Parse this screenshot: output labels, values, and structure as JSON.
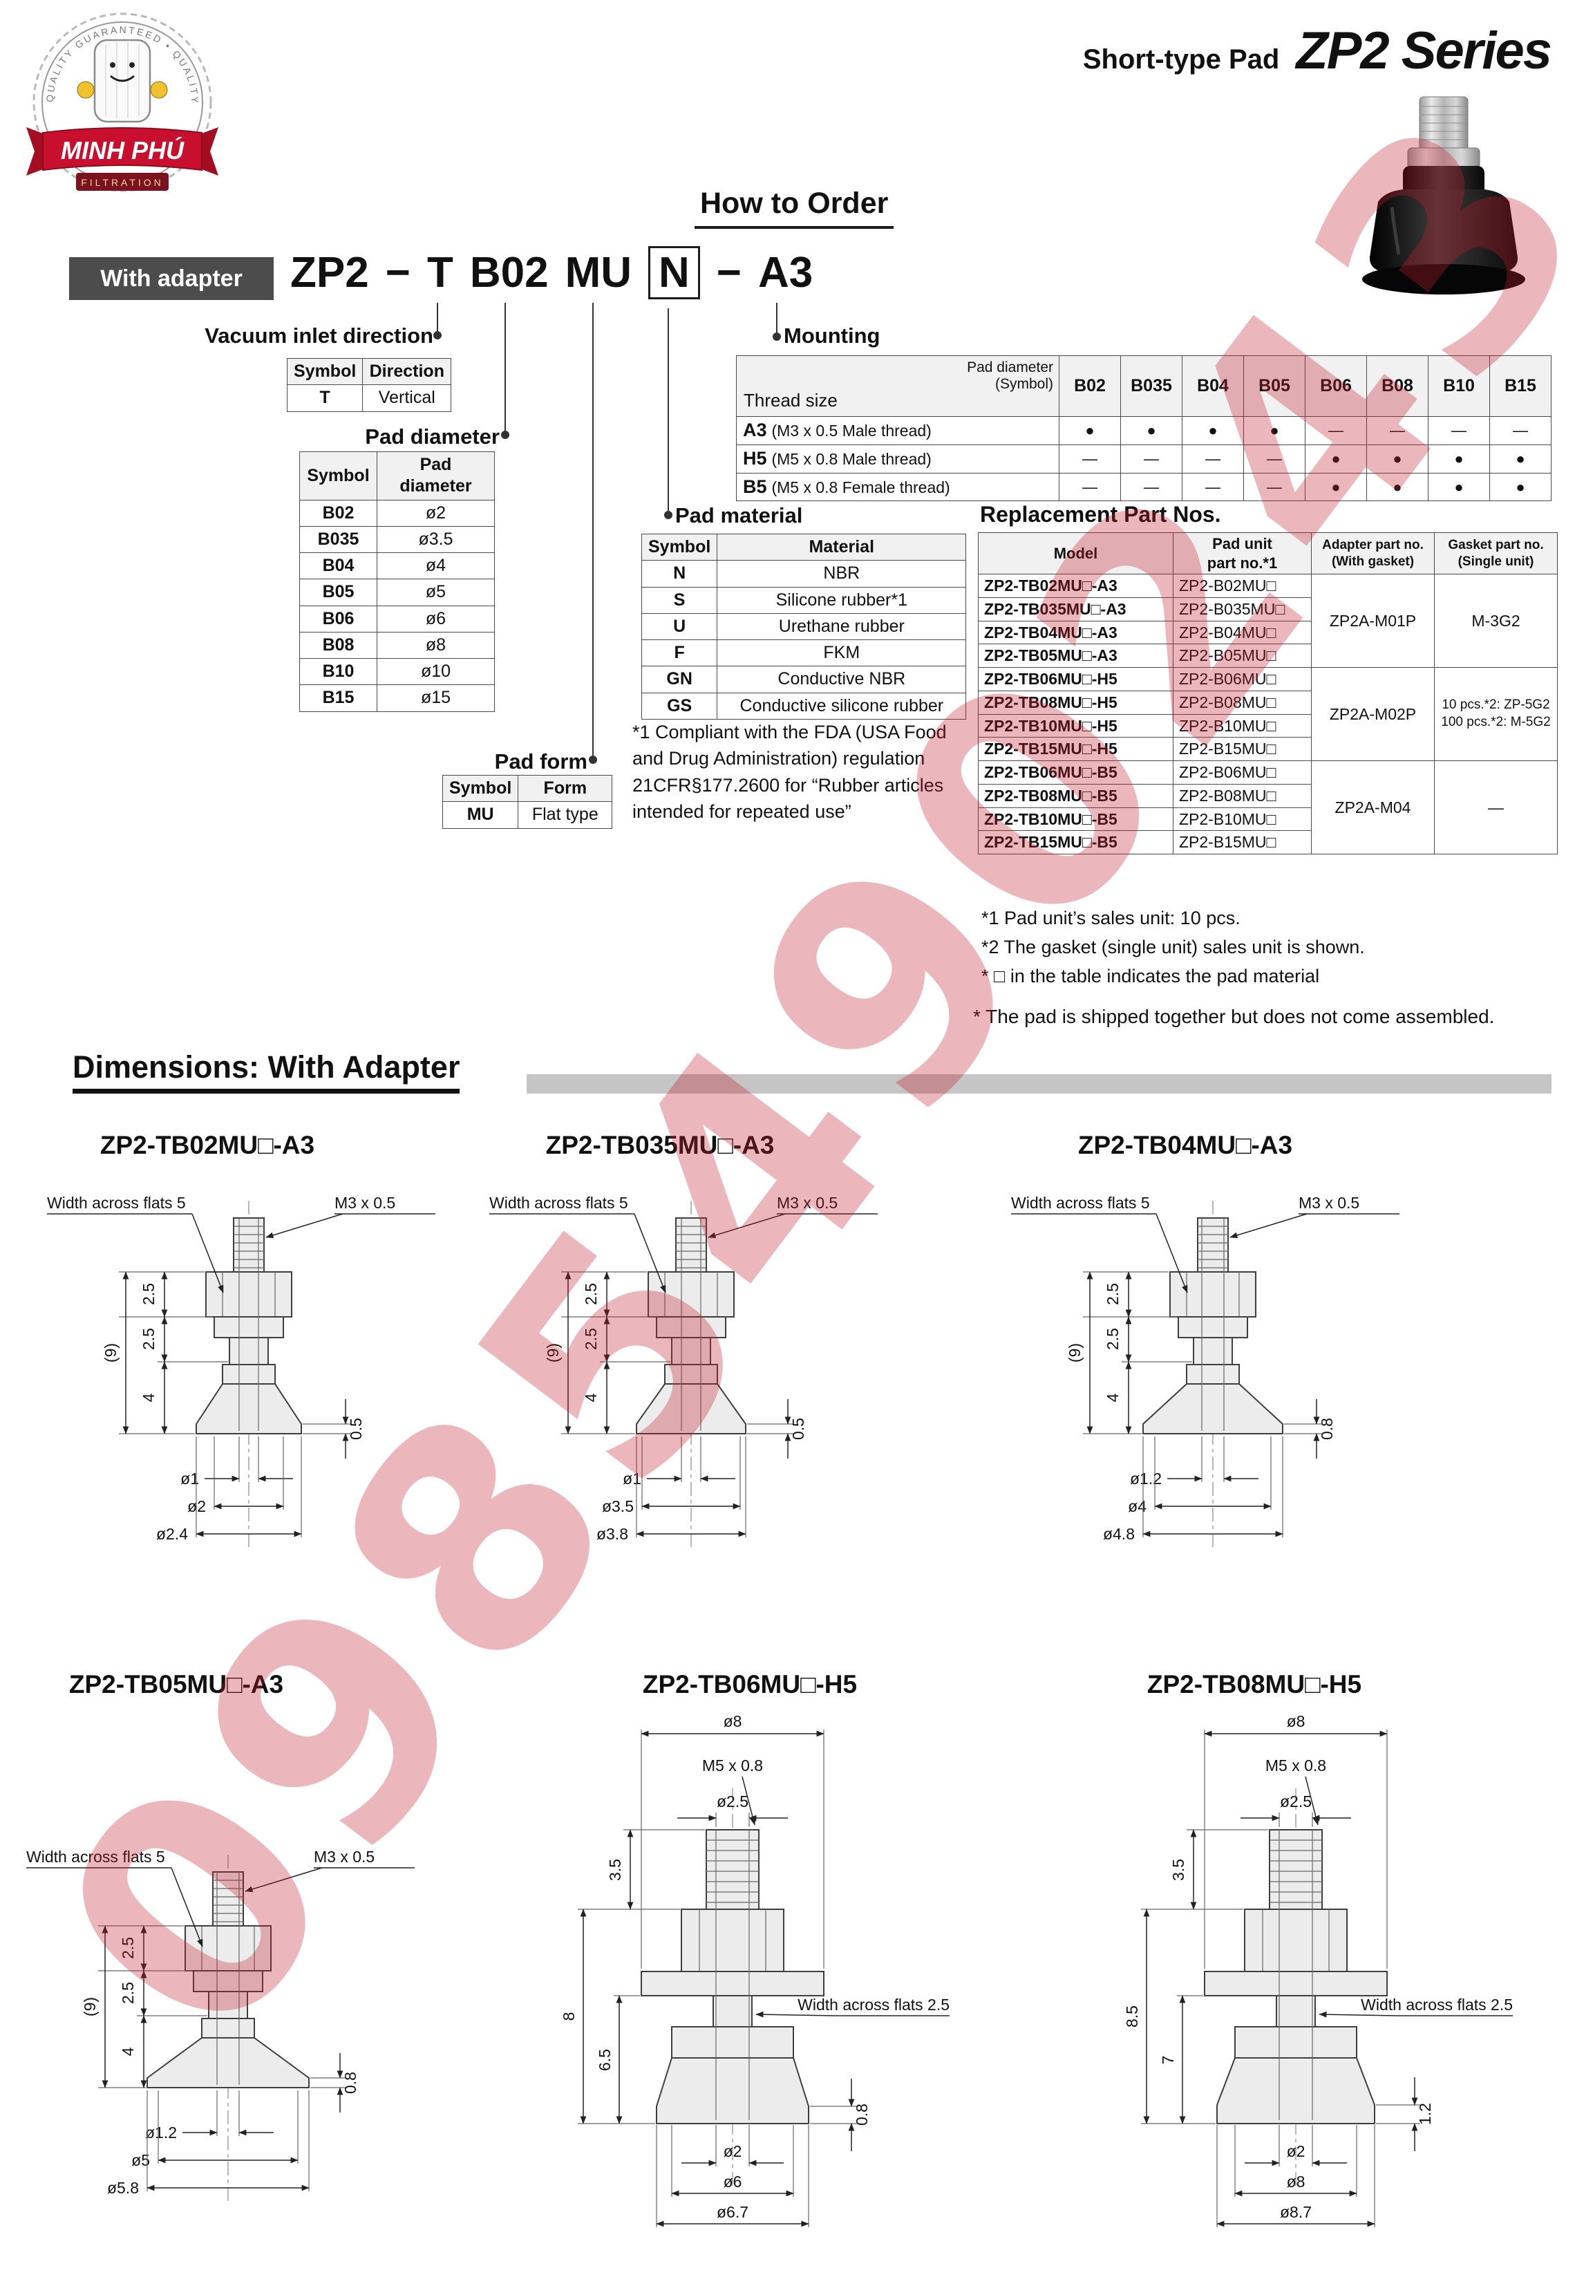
{
  "watermark": "0985490243",
  "logo": {
    "brand": "MINH PHÚ",
    "sub": "FILTRATION",
    "arc": "QUALITY GUARANTEED  •  QUALITY GUARANTEED"
  },
  "header": {
    "product_type": "Short-type Pad",
    "series": "ZP2 Series",
    "how_to_order": "How to Order"
  },
  "order": {
    "with_adapter": "With adapter",
    "code": {
      "prefix": "ZP2",
      "dash1": "−",
      "direction": "T",
      "diameter": "B02",
      "form": "MU",
      "material": "N",
      "dash2": "−",
      "mounting": "A3"
    }
  },
  "vacuum_inlet": {
    "title": "Vacuum inlet direction",
    "headers": {
      "symbol": "Symbol",
      "value": "Direction"
    },
    "row": {
      "symbol": "T",
      "value": "Vertical"
    }
  },
  "pad_diameter": {
    "title": "Pad diameter",
    "headers": {
      "symbol": "Symbol",
      "value": "Pad diameter"
    },
    "rows": [
      {
        "symbol": "B02",
        "value": "ø2"
      },
      {
        "symbol": "B035",
        "value": "ø3.5"
      },
      {
        "symbol": "B04",
        "value": "ø4"
      },
      {
        "symbol": "B05",
        "value": "ø5"
      },
      {
        "symbol": "B06",
        "value": "ø6"
      },
      {
        "symbol": "B08",
        "value": "ø8"
      },
      {
        "symbol": "B10",
        "value": "ø10"
      },
      {
        "symbol": "B15",
        "value": "ø15"
      }
    ]
  },
  "pad_form": {
    "title": "Pad form",
    "headers": {
      "symbol": "Symbol",
      "value": "Form"
    },
    "row": {
      "symbol": "MU",
      "value": "Flat type"
    }
  },
  "pad_material": {
    "title": "Pad material",
    "headers": {
      "symbol": "Symbol",
      "value": "Material"
    },
    "rows": [
      {
        "symbol": "N",
        "value": "NBR"
      },
      {
        "symbol": "S",
        "value": "Silicone rubber*1"
      },
      {
        "symbol": "U",
        "value": "Urethane rubber"
      },
      {
        "symbol": "F",
        "value": "FKM"
      },
      {
        "symbol": "GN",
        "value": "Conductive NBR"
      },
      {
        "symbol": "GS",
        "value": "Conductive silicone rubber"
      }
    ],
    "fda_note": "*1  Compliant with the FDA (USA Food and Drug Administration) regulation 21CFR§177.2600 for “Rubber articles intended for repeated use”"
  },
  "mounting": {
    "title": "Mounting",
    "corner": {
      "top1": "Pad diameter",
      "top2": "(Symbol)",
      "bottom": "Thread size"
    },
    "columns": [
      "B02",
      "B035",
      "B04",
      "B05",
      "B06",
      "B08",
      "B10",
      "B15"
    ],
    "rows": [
      {
        "code": "A3",
        "desc": "(M3 x 0.5 Male thread)",
        "cells": [
          "●",
          "●",
          "●",
          "●",
          "—",
          "—",
          "—",
          "—"
        ]
      },
      {
        "code": "H5",
        "desc": "(M5 x 0.8 Male thread)",
        "cells": [
          "—",
          "—",
          "—",
          "—",
          "●",
          "●",
          "●",
          "●"
        ]
      },
      {
        "code": "B5",
        "desc": "(M5 x 0.8 Female thread)",
        "cells": [
          "—",
          "—",
          "—",
          "—",
          "●",
          "●",
          "●",
          "●"
        ]
      }
    ]
  },
  "replacement": {
    "title": "Replacement Part Nos.",
    "headers": {
      "model": "Model",
      "pad1": "Pad unit",
      "pad2": "part no.*1",
      "adapter1": "Adapter part no.",
      "adapter2": "(With gasket)",
      "gasket1": "Gasket part no.",
      "gasket2": "(Single unit)"
    },
    "rows": [
      {
        "model": "ZP2-TB02MU□-A3",
        "pad": "ZP2-B02MU□"
      },
      {
        "model": "ZP2-TB035MU□-A3",
        "pad": "ZP2-B035MU□"
      },
      {
        "model": "ZP2-TB04MU□-A3",
        "pad": "ZP2-B04MU□"
      },
      {
        "model": "ZP2-TB05MU□-A3",
        "pad": "ZP2-B05MU□"
      },
      {
        "model": "ZP2-TB06MU□-H5",
        "pad": "ZP2-B06MU□"
      },
      {
        "model": "ZP2-TB08MU□-H5",
        "pad": "ZP2-B08MU□"
      },
      {
        "model": "ZP2-TB10MU□-H5",
        "pad": "ZP2-B10MU□"
      },
      {
        "model": "ZP2-TB15MU□-H5",
        "pad": "ZP2-B15MU□"
      },
      {
        "model": "ZP2-TB06MU□-B5",
        "pad": "ZP2-B06MU□"
      },
      {
        "model": "ZP2-TB08MU□-B5",
        "pad": "ZP2-B08MU□"
      },
      {
        "model": "ZP2-TB10MU□-B5",
        "pad": "ZP2-B10MU□"
      },
      {
        "model": "ZP2-TB15MU□-B5",
        "pad": "ZP2-B15MU□"
      }
    ],
    "groups": [
      {
        "adapter": "ZP2A-M01P",
        "gasket": "M-3G2"
      },
      {
        "adapter": "ZP2A-M02P",
        "gasket_line1": "10 pcs.*2: ZP-5G2",
        "gasket_line2": "100 pcs.*2: M-5G2"
      },
      {
        "adapter": "ZP2A-M04",
        "gasket": "—"
      }
    ],
    "notes": [
      "*1  Pad unit’s sales unit: 10 pcs.",
      "*2  The gasket (single unit) sales unit is shown.",
      "*  □ in the table indicates the pad material"
    ],
    "shipping_note": "* The pad is shipped together but does not come assembled."
  },
  "dimensions": {
    "title": "Dimensions: With Adapter",
    "drawings": [
      {
        "name": "ZP2-TB02MU□-A3",
        "waf": "Width across flats 5",
        "thread": "M3 x 0.5",
        "h_ref": "(9)",
        "h1": "2.5",
        "h2": "2.5",
        "h3": "4",
        "d1": "ø1",
        "d2": "ø2",
        "d3": "ø2.4",
        "lip": "0.5"
      },
      {
        "name": "ZP2-TB035MU□-A3",
        "waf": "Width across flats 5",
        "thread": "M3 x 0.5",
        "h_ref": "(9)",
        "h1": "2.5",
        "h2": "2.5",
        "h3": "4",
        "d1": "ø1",
        "d2": "ø3.5",
        "d3": "ø3.8",
        "lip": "0.5"
      },
      {
        "name": "ZP2-TB04MU□-A3",
        "waf": "Width across flats 5",
        "thread": "M3 x 0.5",
        "h_ref": "(9)",
        "h1": "2.5",
        "h2": "2.5",
        "h3": "4",
        "d1": "ø1.2",
        "d2": "ø4",
        "d3": "ø4.8",
        "lip": "0.8"
      },
      {
        "name": "ZP2-TB05MU□-A3",
        "waf": "Width across flats 5",
        "thread": "M3 x 0.5",
        "h_ref": "(9)",
        "h1": "2.5",
        "h2": "2.5",
        "h3": "4",
        "d1": "ø1.2",
        "d2": "ø5",
        "d3": "ø5.8",
        "lip": "0.8"
      },
      {
        "name": "ZP2-TB06MU□-H5",
        "top_d": "ø8",
        "thread": "M5 x 0.8",
        "stem_d": "ø2.5",
        "h_top": "3.5",
        "h_all": "8",
        "h_in": "6.5",
        "waf": "Width across flats 2.5",
        "d1": "ø2",
        "d2": "ø6",
        "d3": "ø6.7",
        "lip": "0.8"
      },
      {
        "name": "ZP2-TB08MU□-H5",
        "top_d": "ø8",
        "thread": "M5 x 0.8",
        "stem_d": "ø2.5",
        "h_top": "3.5",
        "h_all": "8.5",
        "h_in": "7",
        "waf": "Width across flats 2.5",
        "d1": "ø2",
        "d2": "ø8",
        "d3": "ø8.7",
        "lip": "1.2"
      }
    ]
  }
}
